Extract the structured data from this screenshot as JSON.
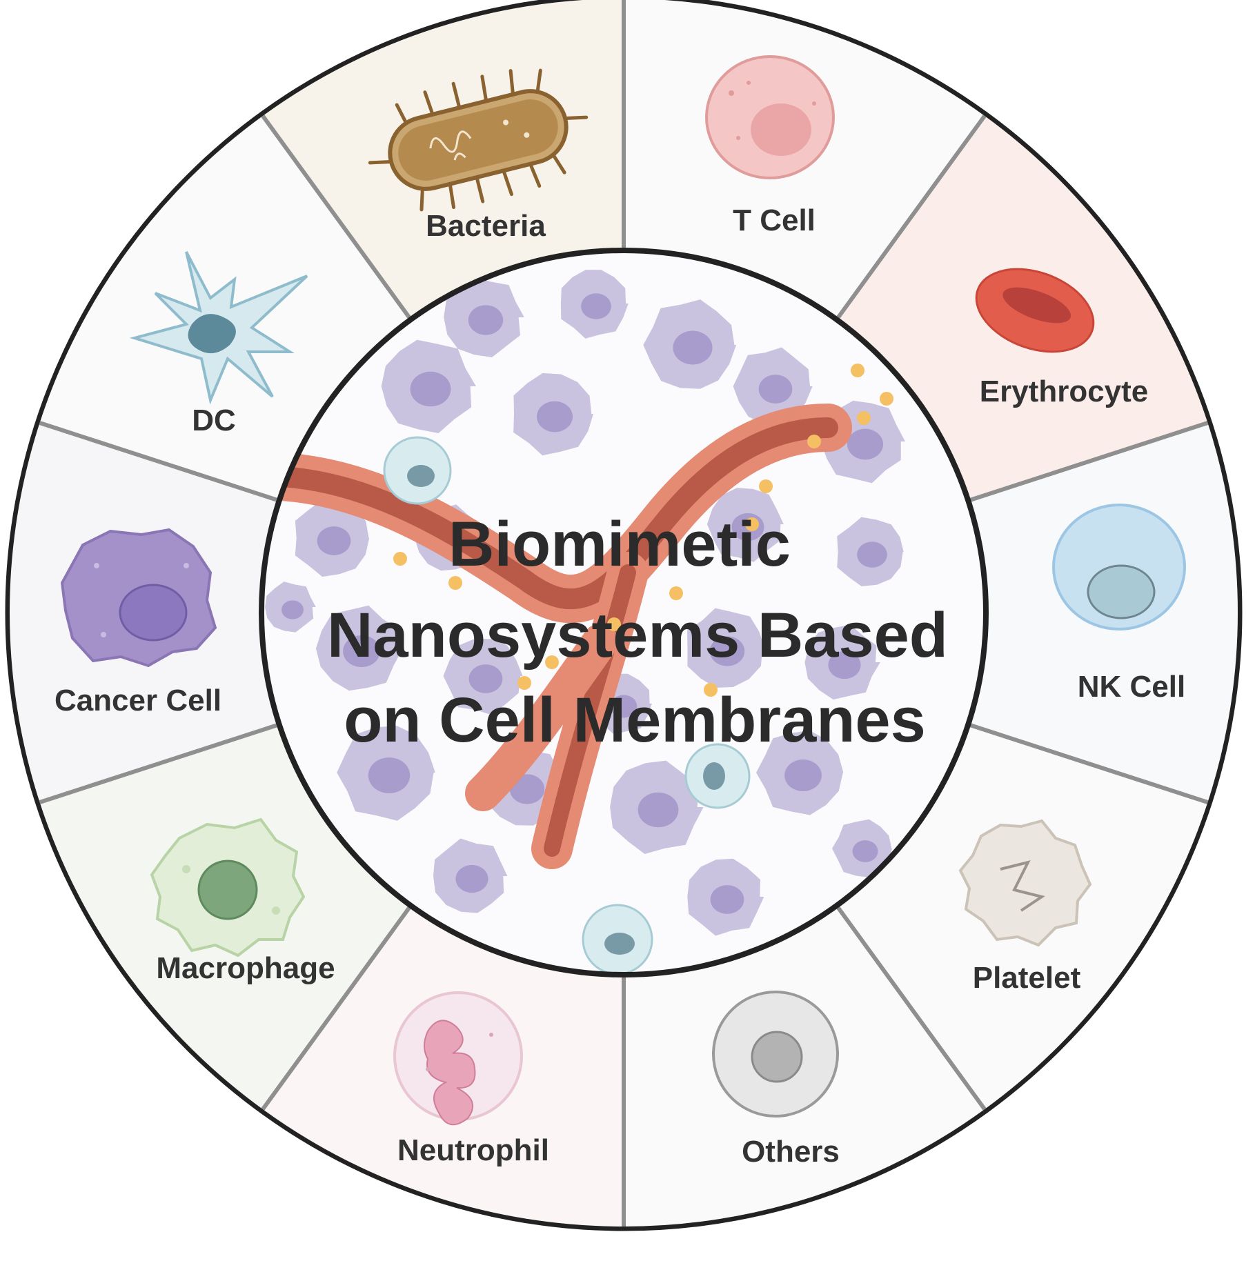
{
  "title": {
    "lines": [
      "Biomimetic",
      "Nanosystems Based",
      "on Cell Membranes"
    ]
  },
  "segments": [
    {
      "id": "bacteria",
      "label": "Bacteria",
      "bg": "#f7f3ea"
    },
    {
      "id": "t-cell",
      "label": "T Cell",
      "bg": "#fbfafa"
    },
    {
      "id": "erythrocyte",
      "label": "Erythrocyte",
      "bg": "#fbeeea"
    },
    {
      "id": "nk-cell",
      "label": "NK Cell",
      "bg": "#f7f9fb"
    },
    {
      "id": "platelet",
      "label": "Platelet",
      "bg": "#fafafa"
    },
    {
      "id": "others",
      "label": "Others",
      "bg": "#fbfafa"
    },
    {
      "id": "neutrophil",
      "label": "Neutrophil",
      "bg": "#fbf5f5"
    },
    {
      "id": "macrophage",
      "label": "Macrophage",
      "bg": "#f4f6f1"
    },
    {
      "id": "cancer-cell",
      "label": "Cancer Cell",
      "bg": "#f6f6f8"
    },
    {
      "id": "dc",
      "label": "DC",
      "bg": "#fafafa"
    }
  ],
  "colors": {
    "ring_line": "#222222",
    "divider": "#8f8f8f",
    "tumor_cell": "#b8b0d6",
    "vessel": "#d57f6a",
    "nanoparticle": "#f5c063"
  }
}
